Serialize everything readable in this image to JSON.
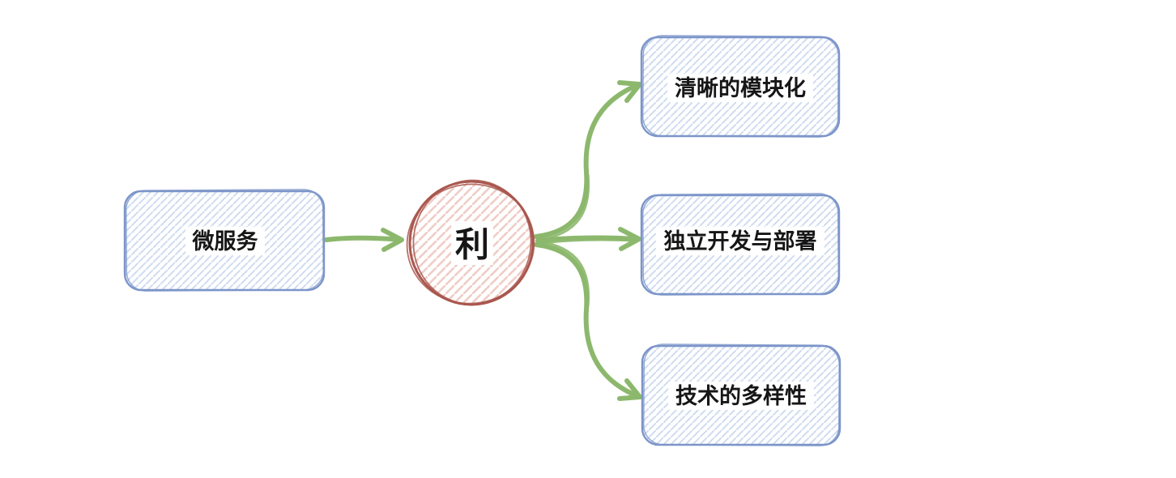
{
  "diagram": {
    "root": {
      "label": "微服务"
    },
    "hub": {
      "label": "利"
    },
    "benefits": [
      {
        "label": "清晰的模块化"
      },
      {
        "label": "独立开发与部署"
      },
      {
        "label": "技术的多样性"
      }
    ],
    "edges": [
      {
        "from": "微服务",
        "to": "利"
      },
      {
        "from": "利",
        "to": "清晰的模块化"
      },
      {
        "from": "利",
        "to": "独立开发与部署"
      },
      {
        "from": "利",
        "to": "技术的多样性"
      }
    ]
  },
  "colors": {
    "node_border": "#7c95c9",
    "node_hatch": "#cfdcf1",
    "hub_border": "#a9574f",
    "hub_hatch": "#f0cdc8",
    "arrow": "#8cb86d",
    "text": "#161616",
    "background": "#ffffff"
  }
}
